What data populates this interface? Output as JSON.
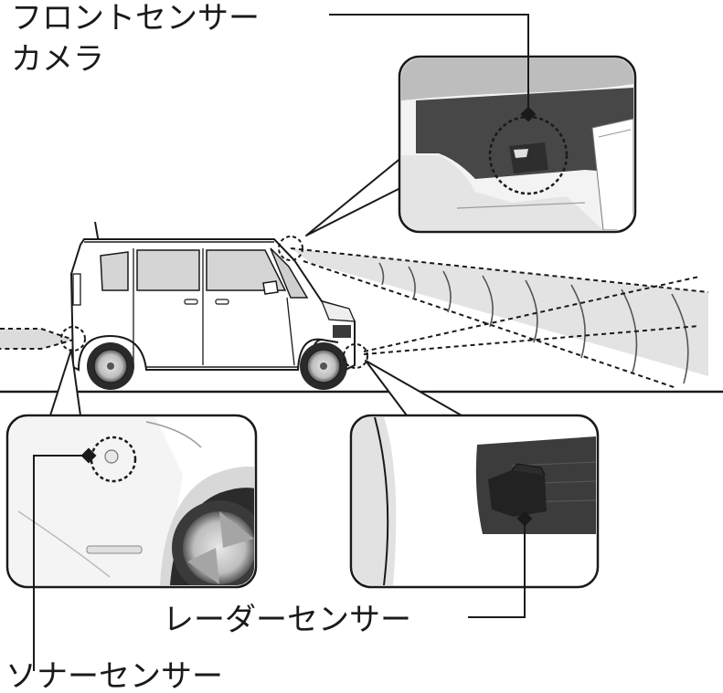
{
  "labels": {
    "front_camera_line1": "フロントセンサー",
    "front_camera_line2": "カメラ",
    "sonar_sensor": "ソナーセンサー",
    "radar_sensor": "レーダーセンサー"
  },
  "colors": {
    "line": "#1a1a1a",
    "panel_bg": "#f2f2f2",
    "beam_fill": "#d6d6d6",
    "car_body": "#ffffff",
    "window": "#cfcfcf",
    "dark_trim": "#3a3a3a"
  }
}
